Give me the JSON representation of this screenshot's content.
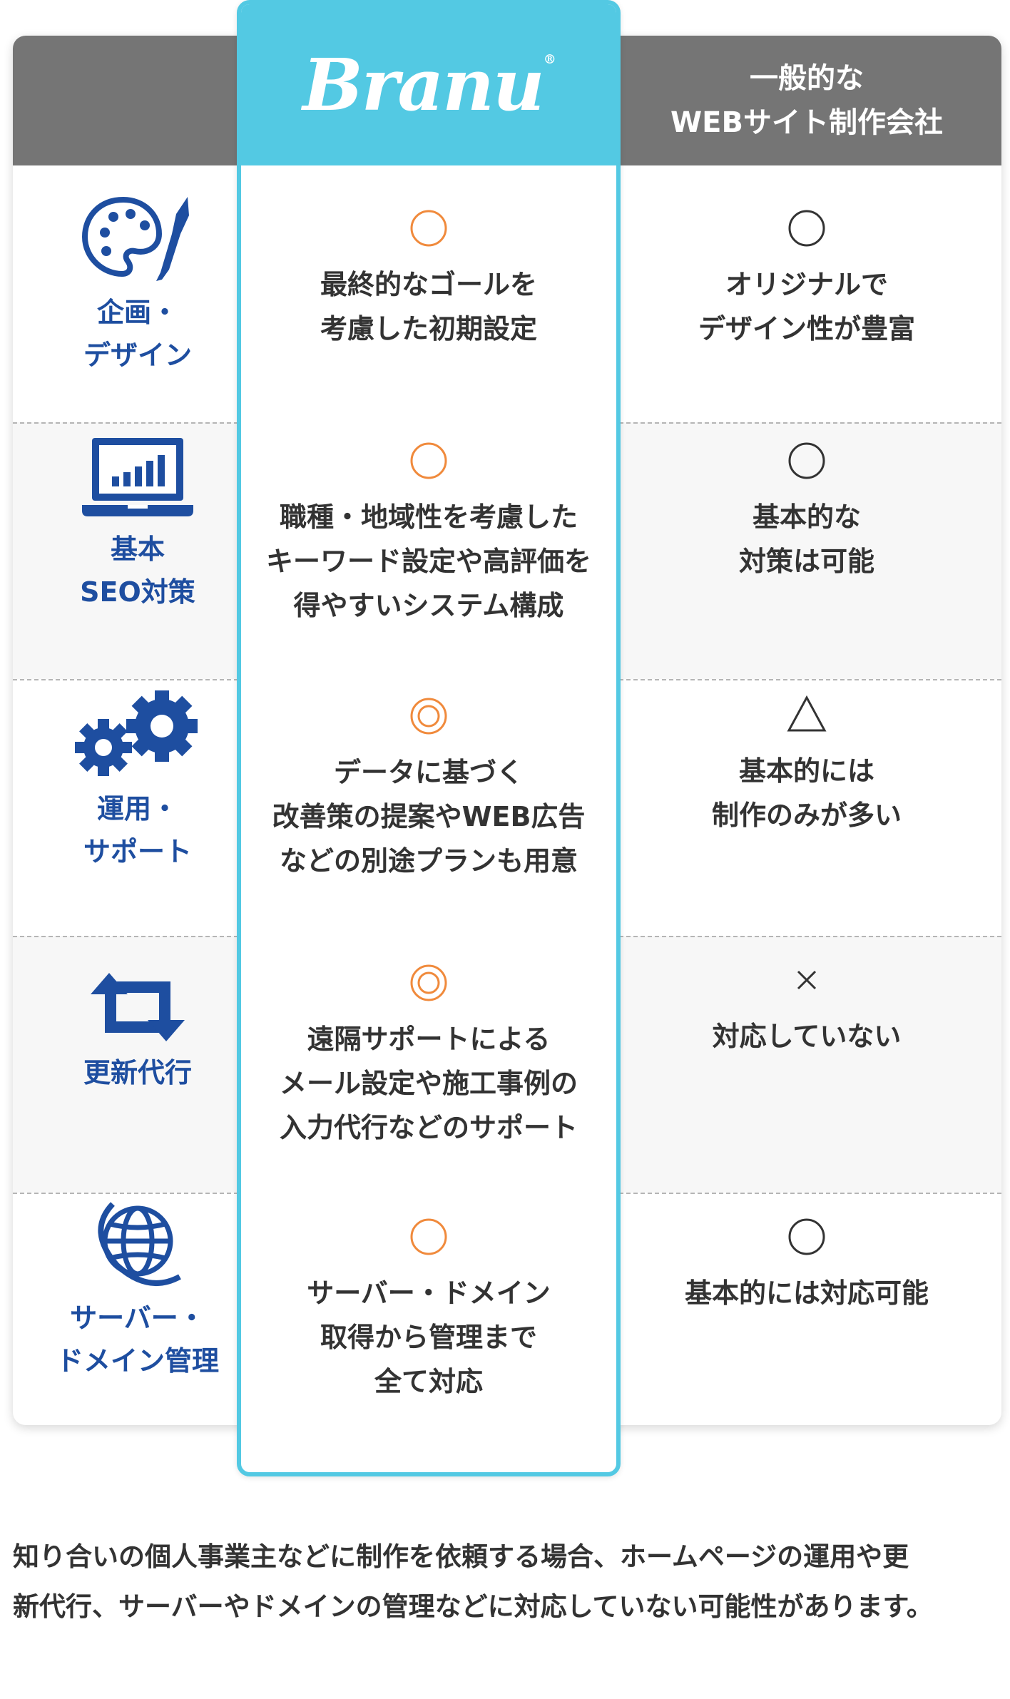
{
  "header": {
    "brand_logo_text": "Branu",
    "brand_logo_mark": "®",
    "other_line1": "一般的な",
    "other_line2": "WEBサイト制作会社"
  },
  "rows": [
    {
      "icon": "palette-icon",
      "category_line1": "企画・",
      "category_line2": "デザイン",
      "branu_mark": "circle",
      "branu_lines": [
        "最終的なゴールを",
        "考慮した初期設定"
      ],
      "other_mark": "circle",
      "other_lines": [
        "オリジナルで",
        "デザイン性が豊富"
      ]
    },
    {
      "icon": "laptop-chart-icon",
      "category_line1": "基本",
      "category_line2": "SEO対策",
      "branu_mark": "circle",
      "branu_lines": [
        "職種・地域性を考慮した",
        "キーワード設定や高評価を",
        "得やすいシステム構成"
      ],
      "other_mark": "circle",
      "other_lines": [
        "基本的な",
        "対策は可能"
      ]
    },
    {
      "icon": "gears-icon",
      "category_line1": "運用・",
      "category_line2": "サポート",
      "branu_mark": "double-circle",
      "branu_lines": [
        "データに基づく",
        "改善策の提案やWEB広告",
        "などの別途プランも用意"
      ],
      "other_mark": "triangle",
      "other_lines": [
        "基本的には",
        "制作のみが多い"
      ]
    },
    {
      "icon": "refresh-arrows-icon",
      "category_line1": "更新代行",
      "category_line2": "",
      "branu_mark": "double-circle",
      "branu_lines": [
        "遠隔サポートによる",
        "メール設定や施工事例の",
        "入力代行などのサポート"
      ],
      "other_mark": "cross",
      "other_lines": [
        "対応していない"
      ]
    },
    {
      "icon": "globe-icon",
      "category_line1": "サーバー・",
      "category_line2": "ドメイン管理",
      "branu_mark": "circle",
      "branu_lines": [
        "サーバー・ドメイン",
        "取得から管理まで",
        "全て対応"
      ],
      "other_mark": "circle",
      "other_lines": [
        "基本的には対応可能"
      ]
    }
  ],
  "footnote": {
    "line1": "知り合いの個人事業主などに制作を依頼する場合、ホームページの運用や更",
    "line2": "新代行、サーバーやドメインの管理などに対応していない可能性があります。"
  },
  "colors": {
    "header_gray": "#757575",
    "branu_blue": "#53c9e3",
    "category_navy": "#1e4ea0",
    "branu_mark_orange": "#f08a3c",
    "text": "#333333"
  }
}
